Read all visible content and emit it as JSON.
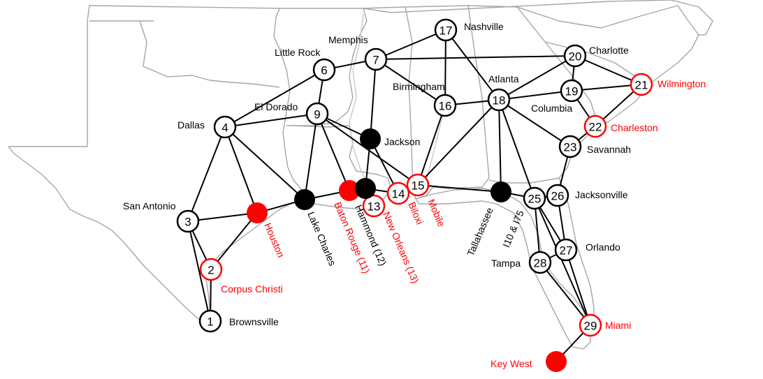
{
  "colors": {
    "black": "#000000",
    "red": "#ff0000",
    "map_outline": "#a6a6a6",
    "river": "#c8c8c8",
    "background": "#ffffff"
  },
  "nodes": [
    {
      "id": "1",
      "type": "numbered",
      "status": "normal"
    },
    {
      "id": "2",
      "type": "numbered",
      "status": "red"
    },
    {
      "id": "3",
      "type": "numbered",
      "status": "normal"
    },
    {
      "id": "4",
      "type": "numbered",
      "status": "normal"
    },
    {
      "id": "6",
      "type": "numbered",
      "status": "normal"
    },
    {
      "id": "7",
      "type": "numbered",
      "status": "normal"
    },
    {
      "id": "9",
      "type": "numbered",
      "status": "normal"
    },
    {
      "id": "13",
      "type": "numbered",
      "status": "red"
    },
    {
      "id": "14",
      "type": "numbered",
      "status": "red"
    },
    {
      "id": "15",
      "type": "numbered",
      "status": "red"
    },
    {
      "id": "16",
      "type": "numbered",
      "status": "normal"
    },
    {
      "id": "17",
      "type": "numbered",
      "status": "normal"
    },
    {
      "id": "18",
      "type": "numbered",
      "status": "normal"
    },
    {
      "id": "19",
      "type": "numbered",
      "status": "normal"
    },
    {
      "id": "20",
      "type": "numbered",
      "status": "normal"
    },
    {
      "id": "21",
      "type": "numbered",
      "status": "red"
    },
    {
      "id": "22",
      "type": "numbered",
      "status": "red"
    },
    {
      "id": "23",
      "type": "numbered",
      "status": "normal"
    },
    {
      "id": "25",
      "type": "numbered",
      "status": "normal"
    },
    {
      "id": "26",
      "type": "numbered",
      "status": "normal"
    },
    {
      "id": "27",
      "type": "numbered",
      "status": "normal"
    },
    {
      "id": "28",
      "type": "numbered",
      "status": "normal"
    },
    {
      "id": "29",
      "type": "numbered",
      "status": "red"
    },
    {
      "id": "houston",
      "type": "solid",
      "status": "red"
    },
    {
      "id": "lakecharles",
      "type": "solid",
      "status": "normal"
    },
    {
      "id": "batonrouge",
      "type": "solid",
      "status": "red"
    },
    {
      "id": "hammond",
      "type": "solid",
      "status": "normal"
    },
    {
      "id": "jackson",
      "type": "solid",
      "status": "normal"
    },
    {
      "id": "tallahassee",
      "type": "solid",
      "status": "normal"
    },
    {
      "id": "keywest",
      "type": "solid",
      "status": "red"
    }
  ],
  "labels": [
    {
      "id": "brownsville",
      "text": "Brownsville",
      "status": "normal"
    },
    {
      "id": "corpus",
      "text": "Corpus Christi",
      "status": "red"
    },
    {
      "id": "sanantonio",
      "text": "San Antonio",
      "status": "normal"
    },
    {
      "id": "dallas",
      "text": "Dallas",
      "status": "normal"
    },
    {
      "id": "littlerock",
      "text": "Little Rock",
      "status": "normal"
    },
    {
      "id": "memphis",
      "text": "Memphis",
      "status": "normal"
    },
    {
      "id": "eldorado",
      "text": "El Dorado",
      "status": "normal"
    },
    {
      "id": "jackson",
      "text": "Jackson",
      "status": "normal"
    },
    {
      "id": "birmingham",
      "text": "Birmingham",
      "status": "normal"
    },
    {
      "id": "nashville",
      "text": "Nashville",
      "status": "normal"
    },
    {
      "id": "atlanta",
      "text": "Atlanta",
      "status": "normal"
    },
    {
      "id": "charlotte",
      "text": "Charlotte",
      "status": "normal"
    },
    {
      "id": "wilmington",
      "text": "Wilmington",
      "status": "red"
    },
    {
      "id": "columbia",
      "text": "Columbia",
      "status": "normal"
    },
    {
      "id": "charleston",
      "text": "Charleston",
      "status": "red"
    },
    {
      "id": "savannah",
      "text": "Savannah",
      "status": "normal"
    },
    {
      "id": "jacksonville",
      "text": "Jacksonville",
      "status": "normal"
    },
    {
      "id": "orlando",
      "text": "Orlando",
      "status": "normal"
    },
    {
      "id": "tampa",
      "text": "Tampa",
      "status": "normal"
    },
    {
      "id": "miami",
      "text": "Miami",
      "status": "red"
    },
    {
      "id": "keywest",
      "text": "Key West",
      "status": "red"
    },
    {
      "id": "houston",
      "text": "Houston",
      "status": "red"
    },
    {
      "id": "lakecharles",
      "text": "Lake Charles",
      "status": "normal"
    },
    {
      "id": "batonrouge",
      "text": "Baton Rouge (11)",
      "status": "red"
    },
    {
      "id": "hammond",
      "text": "Hammond (12)",
      "status": "normal"
    },
    {
      "id": "neworleans",
      "text": "New Orleans (13)",
      "status": "red"
    },
    {
      "id": "biloxi",
      "text": "Biloxi",
      "status": "red"
    },
    {
      "id": "mobile",
      "text": "Mobile",
      "status": "red"
    },
    {
      "id": "tallahassee",
      "text": "Tallahassee",
      "status": "normal"
    },
    {
      "id": "i10i75",
      "text": "I10 & I75",
      "status": "normal"
    }
  ],
  "edges": [
    [
      "1",
      "2"
    ],
    [
      "1",
      "3"
    ],
    [
      "2",
      "3"
    ],
    [
      "2",
      "houston"
    ],
    [
      "3",
      "4"
    ],
    [
      "3",
      "houston"
    ],
    [
      "4",
      "houston"
    ],
    [
      "4",
      "lakecharles"
    ],
    [
      "4",
      "6"
    ],
    [
      "4",
      "9"
    ],
    [
      "6",
      "7"
    ],
    [
      "6",
      "9"
    ],
    [
      "9",
      "lakecharles"
    ],
    [
      "9",
      "batonrouge"
    ],
    [
      "9",
      "jackson"
    ],
    [
      "7",
      "17"
    ],
    [
      "7",
      "20"
    ],
    [
      "7",
      "jackson"
    ],
    [
      "7",
      "16"
    ],
    [
      "jackson",
      "14"
    ],
    [
      "jackson",
      "hammond"
    ],
    [
      "16",
      "17"
    ],
    [
      "16",
      "18"
    ],
    [
      "16",
      "15"
    ],
    [
      "17",
      "18"
    ],
    [
      "18",
      "20"
    ],
    [
      "18",
      "19"
    ],
    [
      "18",
      "23"
    ],
    [
      "18",
      "15"
    ],
    [
      "18",
      "tallahassee"
    ],
    [
      "18",
      "25"
    ],
    [
      "20",
      "19"
    ],
    [
      "20",
      "21"
    ],
    [
      "19",
      "21"
    ],
    [
      "19",
      "22"
    ],
    [
      "21",
      "22"
    ],
    [
      "22",
      "23"
    ],
    [
      "23",
      "26"
    ],
    [
      "26",
      "25"
    ],
    [
      "26",
      "27"
    ],
    [
      "25",
      "27"
    ],
    [
      "25",
      "28"
    ],
    [
      "25",
      "29"
    ],
    [
      "27",
      "28"
    ],
    [
      "27",
      "29"
    ],
    [
      "28",
      "29"
    ],
    [
      "29",
      "keywest"
    ],
    [
      "houston",
      "lakecharles"
    ],
    [
      "lakecharles",
      "batonrouge"
    ],
    [
      "batonrouge",
      "hammond"
    ],
    [
      "hammond",
      "13"
    ],
    [
      "hammond",
      "14"
    ],
    [
      "14",
      "15"
    ],
    [
      "15",
      "tallahassee"
    ],
    [
      "tallahassee",
      "25"
    ],
    [
      "15",
      "9"
    ]
  ]
}
